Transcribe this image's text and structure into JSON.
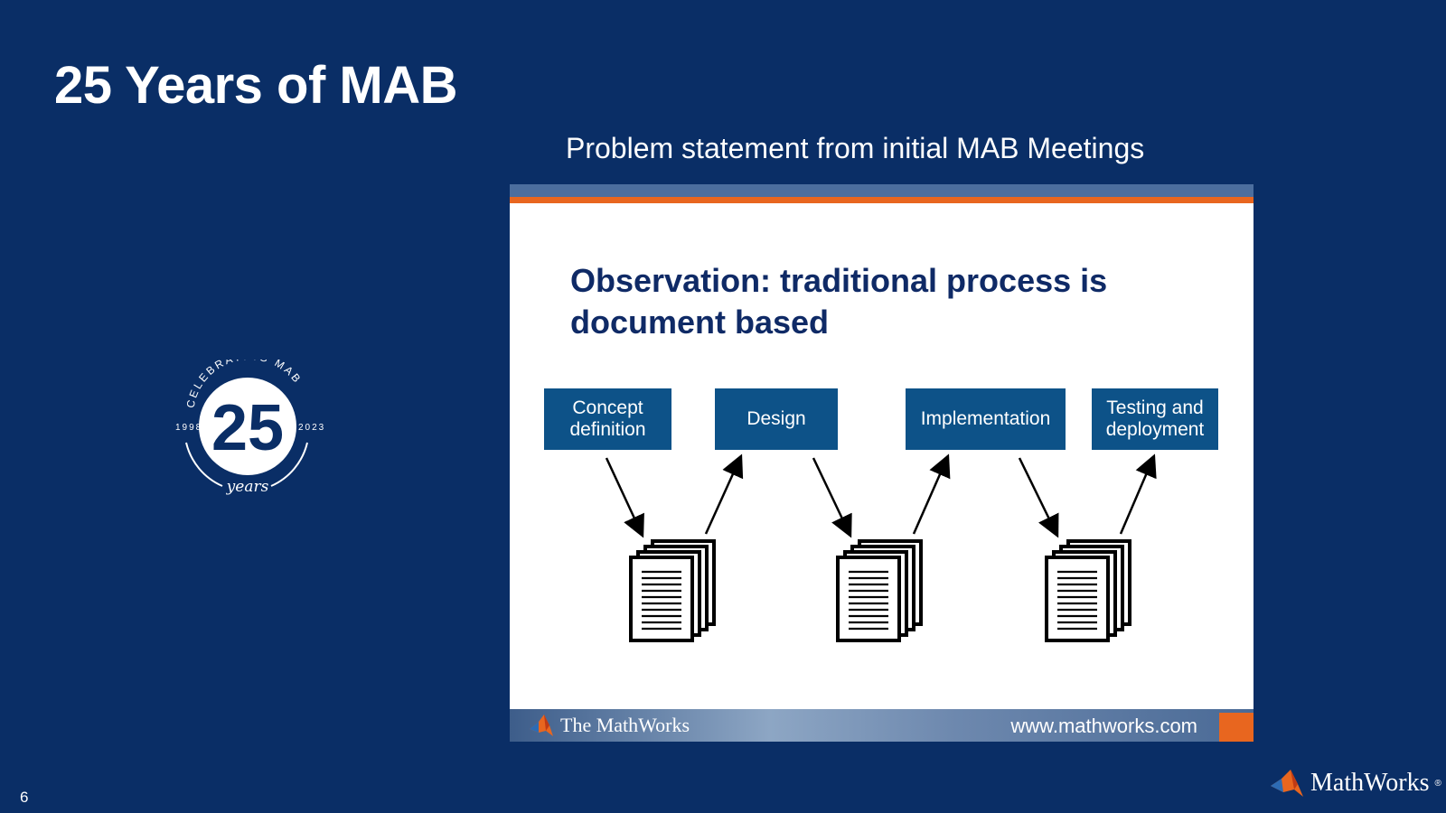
{
  "title": "25 Years of MAB",
  "subtitle": "Problem statement from initial MAB Meetings",
  "page_number": "6",
  "celebration_logo": {
    "arc_text": "CELEBRATING MAB",
    "number": "25",
    "start_year": "1998",
    "end_year": "2023",
    "script_word": "years"
  },
  "embedded_slide": {
    "heading": "Observation: traditional process is document based",
    "process_steps": [
      {
        "label": "Concept definition"
      },
      {
        "label": "Design"
      },
      {
        "label": "Implementation"
      },
      {
        "label": "Testing and deployment"
      }
    ],
    "footer_brand": "The MathWorks",
    "footer_url": "www.mathworks.com"
  },
  "brand": "MathWorks",
  "colors": {
    "background": "#0a2e66",
    "process_box": "#0d5288",
    "accent_orange": "#e8661f",
    "heading_navy": "#0f2a66"
  }
}
